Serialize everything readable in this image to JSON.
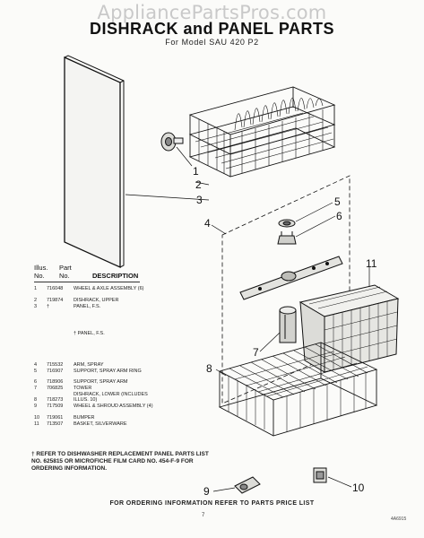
{
  "watermark": "AppliancePartsPros.com",
  "header": {
    "title": "DISHRACK and PANEL PARTS",
    "subtitle": "For Model SAU 420 P2"
  },
  "callouts": [
    "1",
    "2",
    "3",
    "4",
    "5",
    "6",
    "7",
    "8",
    "9",
    "10",
    "11"
  ],
  "parts_list": {
    "header_illus": "Illus.",
    "header_part": "Part",
    "header_no": "No.",
    "header_no2": "No.",
    "header_description": "DESCRIPTION",
    "rows": [
      {
        "no": "1",
        "part": "716048",
        "desc": "WHEEL & AXLE ASSEMBLY (6)"
      },
      {
        "no": "2",
        "part": "719874",
        "desc": "DISHRACK, UPPER"
      },
      {
        "no": "3",
        "part": "†",
        "desc": "PANEL, F.S."
      },
      {
        "no": "",
        "part": "",
        "desc": "† PANEL, F.S."
      },
      {
        "no": "4",
        "part": "715532",
        "desc": "ARM, SPRAY"
      },
      {
        "no": "5",
        "part": "716907",
        "desc": "SUPPORT, SPRAY ARM RING"
      },
      {
        "no": "6",
        "part": "718906",
        "desc": "SUPPORT, SPRAY ARM"
      },
      {
        "no": "7",
        "part": "706825",
        "desc": "TOWER"
      },
      {
        "no": "8",
        "part": "718273",
        "desc": "DISHRACK, LOWER (INCLUDES ILLUS. 10)"
      },
      {
        "no": "9",
        "part": "717509",
        "desc": "WHEEL & SHROUD ASSEMBLY (4)"
      },
      {
        "no": "10",
        "part": "719061",
        "desc": "BUMPER"
      },
      {
        "no": "11",
        "part": "713507",
        "desc": "BASKET, SILVERWARE"
      }
    ]
  },
  "footnote": "† REFER TO DISHWASHER REPLACEMENT PANEL PARTS LIST NO. 625815 OR MICROFICHE FILM CARD NO. 454-F-9 FOR ORDERING INFORMATION.",
  "order_note": "FOR ORDERING INFORMATION REFER TO PARTS PRICE LIST",
  "page_number": "7",
  "doc_code": "4A6915"
}
